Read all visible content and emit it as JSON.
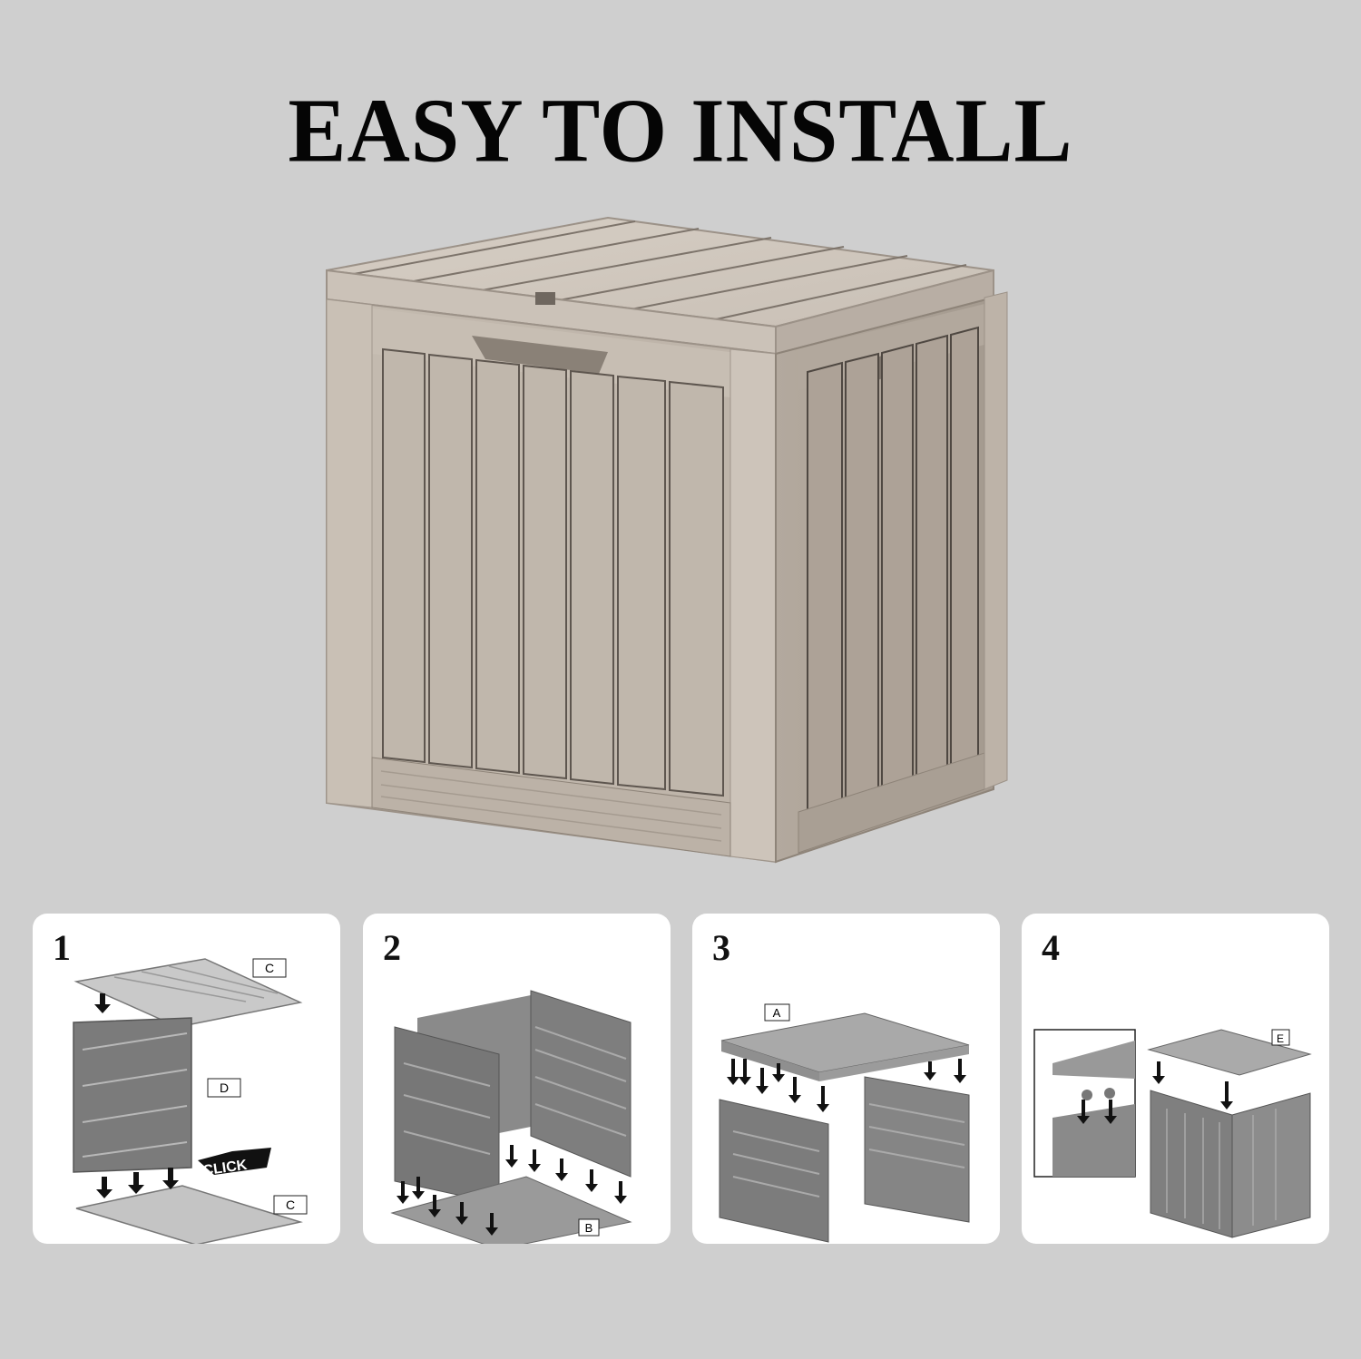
{
  "headline": "EASY TO INSTALL",
  "hero": {
    "subject": "outdoor storage deck box, wood-grain resin, taupe",
    "colors": {
      "background": "#cfcfcf",
      "box_light": "#cfc6bc",
      "box_mid": "#b9afa5",
      "box_dark": "#8e8479",
      "groove": "#5e564f"
    }
  },
  "steps": [
    {
      "number": "1",
      "labels": [
        "C",
        "D",
        "C"
      ],
      "callout": "CLICK"
    },
    {
      "number": "2",
      "labels": [
        "B"
      ]
    },
    {
      "number": "3",
      "labels": [
        "A"
      ]
    },
    {
      "number": "4",
      "labels": [
        "E"
      ]
    }
  ]
}
